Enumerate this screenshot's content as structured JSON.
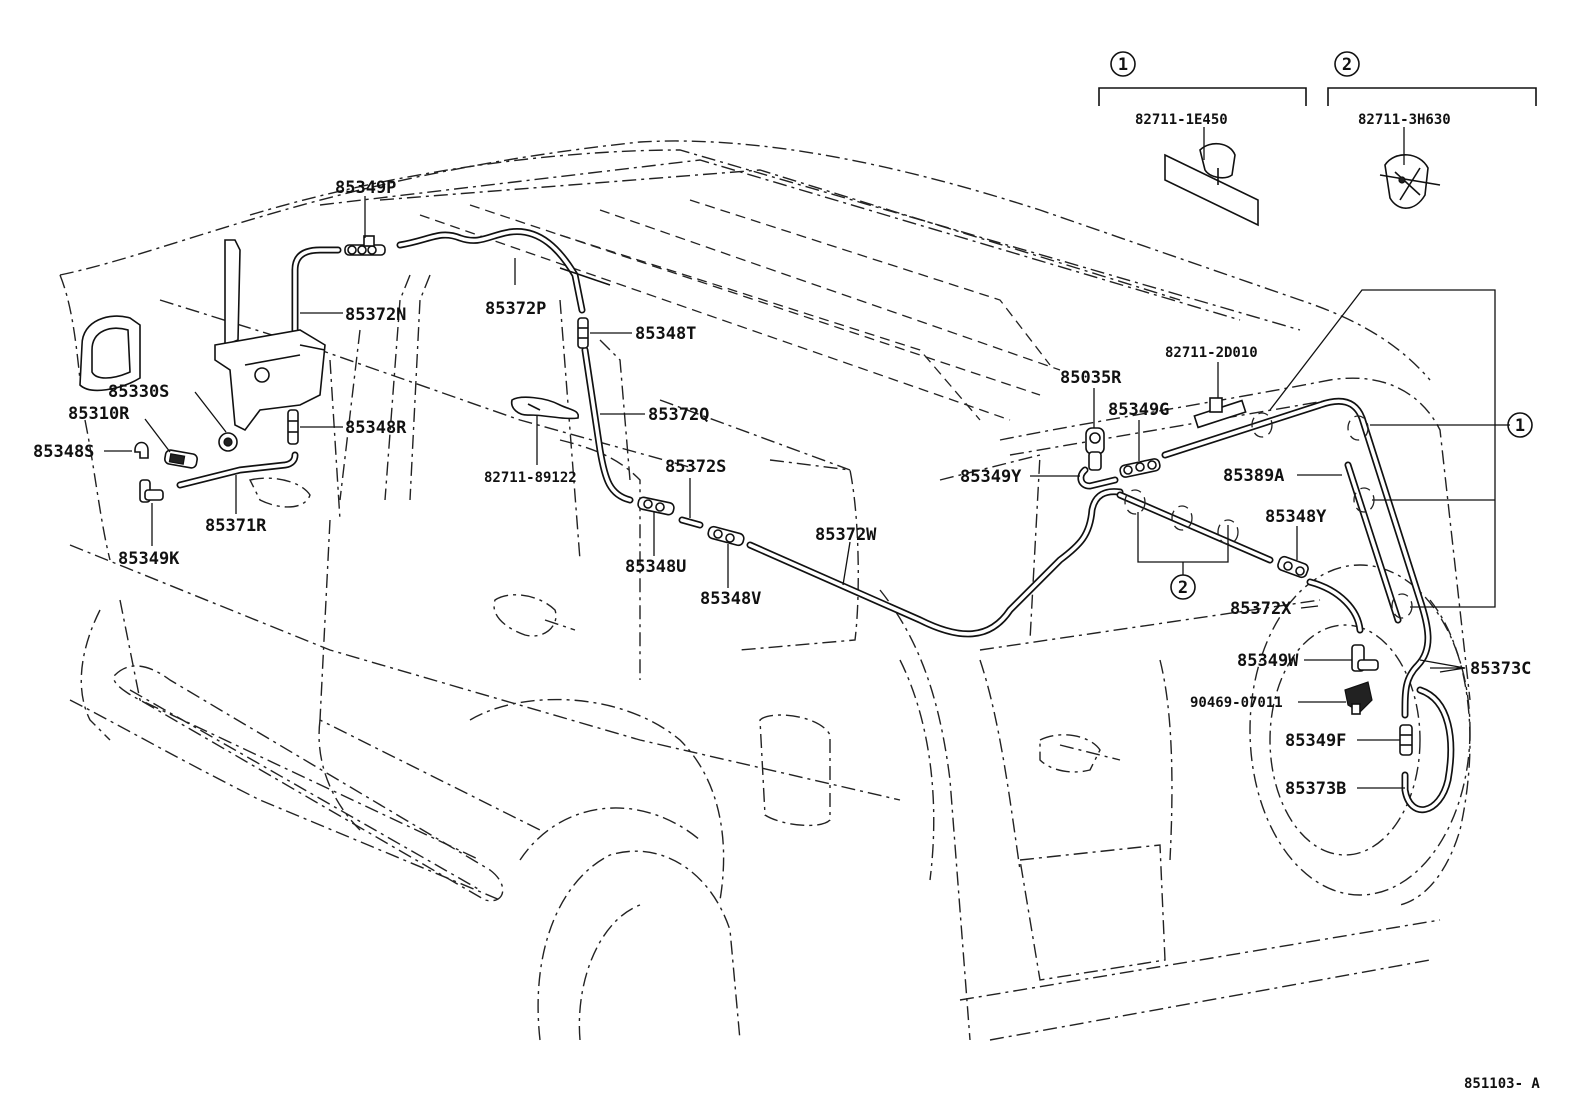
{
  "diagram_code": "851103- A",
  "groups": [
    {
      "number": "1",
      "part": "82711-1E450"
    },
    {
      "number": "2",
      "part": "82711-3H630"
    }
  ],
  "callouts": {
    "group1_right": "1",
    "group2_bottom": "2"
  },
  "labels": {
    "p85349P": "85349P",
    "p85372N": "85372N",
    "p85372P": "85372P",
    "p85348T": "85348T",
    "p85330S": "85330S",
    "p85310R": "85310R",
    "p85348S": "85348S",
    "p85348R": "85348R",
    "p85349K": "85349K",
    "p85371R": "85371R",
    "p85372Q": "85372Q",
    "p82711_89122": "82711-89122",
    "p85372S": "85372S",
    "p85348U": "85348U",
    "p85348V": "85348V",
    "p85372W": "85372W",
    "p82711_2D010": "82711-2D010",
    "p85035R": "85035R",
    "p85349G": "85349G",
    "p85349Y": "85349Y",
    "p85389A": "85389A",
    "p85348Y": "85348Y",
    "p85372X": "85372X",
    "p85349W": "85349W",
    "p85373C": "85373C",
    "p90469_07011": "90469-07011",
    "p85349F": "85349F",
    "p85373B": "85373B"
  }
}
